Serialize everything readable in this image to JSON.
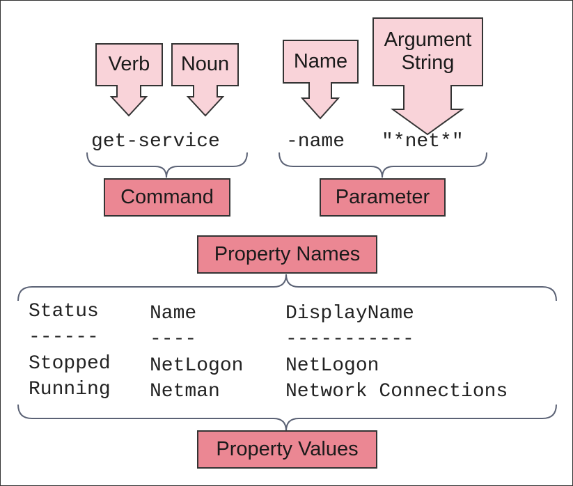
{
  "colors": {
    "light_pink": "#F9D3D9",
    "box_pink": "#EB8793",
    "outline": "#333333",
    "brace": "#5b6275"
  },
  "arrows": {
    "verb": "Verb",
    "noun": "Noun",
    "name": "Name",
    "argument_string_line1": "Argument",
    "argument_string_line2": "String"
  },
  "command_line": {
    "command_text": "get-service",
    "parameter_name": "-name",
    "argument_value": "\"*net*\""
  },
  "boxes": {
    "command": "Command",
    "parameter": "Parameter",
    "property_names": "Property Names",
    "property_values": "Property Values"
  },
  "output_table": {
    "headers": [
      "Status",
      "Name",
      "DisplayName"
    ],
    "underlines": [
      "------",
      "----",
      "-----------"
    ],
    "rows": [
      [
        "Stopped",
        "NetLogon",
        "NetLogon"
      ],
      [
        "Running",
        "Netman",
        "Network Connections"
      ]
    ]
  }
}
